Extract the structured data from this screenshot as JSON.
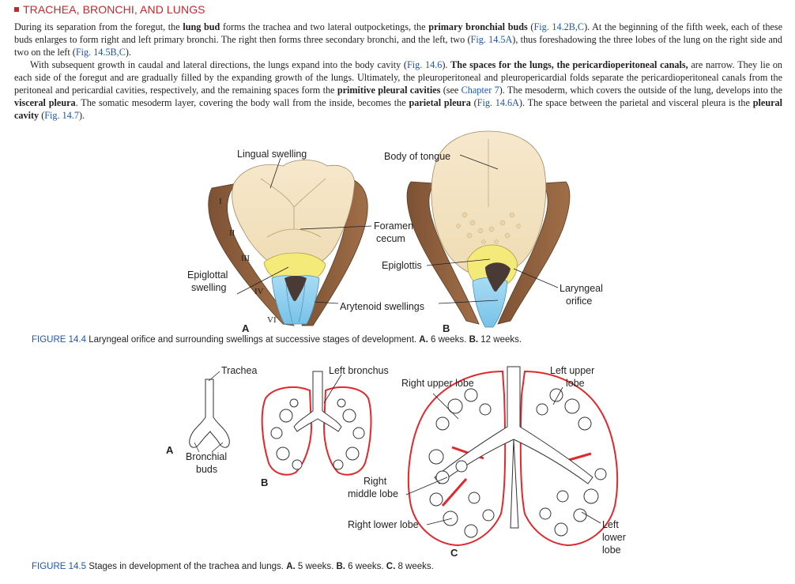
{
  "heading": "TRACHEA, BRONCHI, AND LUNGS",
  "paragraph1": [
    {
      "t": "During its separation from the foregut, the "
    },
    {
      "t": "lung bud",
      "b": true
    },
    {
      "t": " forms the trachea and two lateral outpocketings, the "
    },
    {
      "t": "primary bronchial buds",
      "b": true
    },
    {
      "t": " ("
    },
    {
      "t": "Fig. 14.2B,C",
      "x": true
    },
    {
      "t": "). At the beginning of the fifth week, each of these buds enlarges to form right and left primary bronchi. The right then forms three secondary bronchi, and the left, two ("
    },
    {
      "t": "Fig. 14.5A",
      "x": true
    },
    {
      "t": "), thus foreshadowing the three lobes of the lung on the right side and two on the left ("
    },
    {
      "t": "Fig. 14.5B,C",
      "x": true
    },
    {
      "t": ")."
    }
  ],
  "paragraph2": [
    {
      "t": "With subsequent growth in caudal and lateral directions, the lungs expand into the body cavity ("
    },
    {
      "t": "Fig. 14.6",
      "x": true
    },
    {
      "t": "). "
    },
    {
      "t": "The spaces for the lungs, the pericardioperitoneal canals,",
      "b": true
    },
    {
      "t": " are narrow. They lie on each side of the foregut and are gradually filled by the expanding growth of the lungs. Ultimately, the pleuroperitoneal and pleuropericardial folds separate the pericardioperitoneal canals from the peritoneal and pericardial cavities, respectively, and the remaining spaces form the "
    },
    {
      "t": "primitive pleural cavities",
      "b": true
    },
    {
      "t": " (see "
    },
    {
      "t": "Chapter 7",
      "x": true
    },
    {
      "t": "). The mesoderm, which covers the outside of the lung, develops into the "
    },
    {
      "t": "visceral pleura",
      "b": true
    },
    {
      "t": ". The somatic mesoderm layer, covering the body wall from the inside, becomes the "
    },
    {
      "t": "parietal pleura",
      "b": true
    },
    {
      "t": " ("
    },
    {
      "t": "Fig. 14.6A",
      "x": true
    },
    {
      "t": "). The space between the parietal and visceral pleura is the "
    },
    {
      "t": "pleural cavity",
      "b": true
    },
    {
      "t": " ("
    },
    {
      "t": "Fig. 14.7",
      "x": true
    },
    {
      "t": ")."
    }
  ],
  "fig144": {
    "labels": {
      "lingual_swelling": "Lingual swelling",
      "body_of_tongue": "Body of tongue",
      "foramen_cecum_1": "Foramen",
      "foramen_cecum_2": "cecum",
      "epiglottis": "Epiglottis",
      "epiglottal_swelling_1": "Epiglottal",
      "epiglottal_swelling_2": "swelling",
      "arytenoid_swellings": "Arytenoid swellings",
      "laryngeal_orifice_1": "Laryngeal",
      "laryngeal_orifice_2": "orifice"
    },
    "arches": [
      "I",
      "II",
      "III",
      "IV",
      "VI"
    ],
    "letter_a": "A",
    "letter_b": "B",
    "caption_num": "FIGURE 14.4",
    "caption_text": " Laryngeal orifice and surrounding swellings at successive stages of development. ",
    "caption_a": "A.",
    "caption_a_text": " 6 weeks. ",
    "caption_b": "B.",
    "caption_b_text": " 12 weeks.",
    "colors": {
      "tongue": "#f5e6c8",
      "arch_brown": "#8c5e3c",
      "epiglottis": "#f3ea7a",
      "arytenoid": "#8fd0ee",
      "orifice": "#4a3a36"
    }
  },
  "fig145": {
    "labels": {
      "trachea": "Trachea",
      "left_bronchus": "Left bronchus",
      "bronchial_buds_1": "Bronchial",
      "bronchial_buds_2": "buds",
      "right_upper_lobe": "Right upper lobe",
      "left_upper_lobe_1": "Left upper",
      "left_upper_lobe_2": "lobe",
      "right_middle_lobe_1": "Right",
      "right_middle_lobe_2": "middle lobe",
      "right_lower_lobe": "Right lower lobe",
      "left_lower_lobe_1": "Left",
      "left_lower_lobe_2": "lower",
      "left_lower_lobe_3": "lobe"
    },
    "letter_a": "A",
    "letter_b": "B",
    "letter_c": "C",
    "caption_num": "FIGURE 14.5",
    "caption_text": " Stages in development of the trachea and lungs. ",
    "caption_a": "A.",
    "caption_a_text": " 5 weeks. ",
    "caption_b": "B.",
    "caption_b_text": " 6 weeks. ",
    "caption_c": "C.",
    "caption_c_text": " 8 weeks.",
    "colors": {
      "pleura": "#e0282d",
      "outline": "#333333"
    }
  },
  "colors": {
    "heading": "#c0292e",
    "xref": "#1f56a8"
  }
}
